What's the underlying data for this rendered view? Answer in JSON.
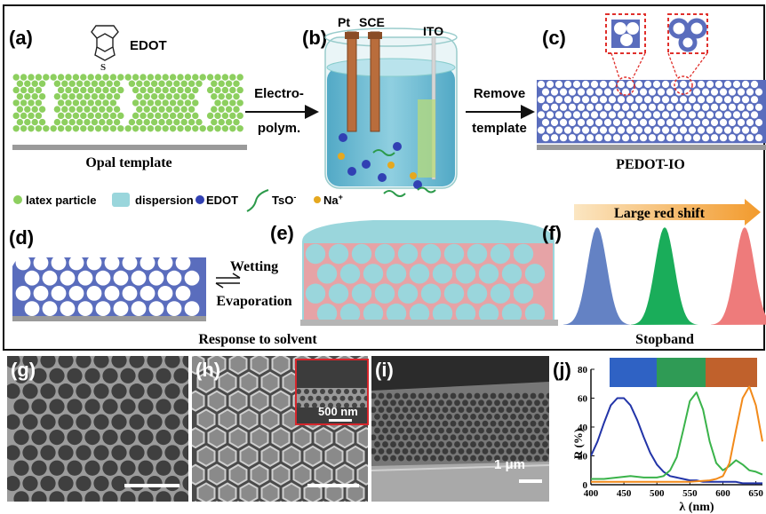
{
  "panels": {
    "a": {
      "label": "(a)",
      "molecule": "EDOT",
      "caption": "Opal template"
    },
    "b": {
      "label": "(b)",
      "electrodes": [
        "Pt",
        "SCE",
        "ITO"
      ]
    },
    "c": {
      "label": "(c)",
      "caption": "PEDOT-IO"
    },
    "d": {
      "label": "(d)"
    },
    "e": {
      "label": "(e)"
    },
    "f": {
      "label": "(f)",
      "arrow_text": "Large red shift",
      "caption": "Stopband"
    },
    "g": {
      "label": "(g)"
    },
    "h": {
      "label": "(h)",
      "inset_scale": "500 nm"
    },
    "i": {
      "label": "(i)",
      "scale": "1 μm"
    },
    "j": {
      "label": "(j)"
    }
  },
  "arrows": {
    "ab": {
      "line1": "Electro-",
      "line2": "polym."
    },
    "bc": {
      "line1": "Remove",
      "line2": "template"
    },
    "de": {
      "top": "Wetting",
      "bottom": "Evaporation"
    }
  },
  "legend": {
    "latex": "latex particle",
    "dispersion": "dispersion",
    "edot": "EDOT",
    "tso": "TsO",
    "tso_sup": "-",
    "na": "Na",
    "na_sup": "+"
  },
  "response_caption": "Response to solvent",
  "colors": {
    "latex": "#8dcf5f",
    "pedot": "#5a6dbd",
    "dispersion": "#9ad6dc",
    "pink": "#e6a3a6",
    "substrate": "#9a9a9a",
    "blue_peak": "#6482c4",
    "green_peak": "#1aad5a",
    "red_peak": "#ee7b7b"
  },
  "chart_data": {
    "type": "line",
    "xlabel": "λ (nm)",
    "ylabel": "R (%)",
    "xlim": [
      400,
      660
    ],
    "ylim": [
      0,
      80
    ],
    "x_ticks": [
      400,
      450,
      500,
      550,
      600,
      650
    ],
    "y_ticks": [
      0,
      20,
      40,
      60,
      80
    ],
    "series": [
      {
        "color": "#2234a8",
        "x": [
          400,
          410,
          420,
          430,
          440,
          450,
          460,
          470,
          480,
          490,
          500,
          510,
          520,
          530,
          540,
          550,
          560,
          570,
          580,
          590,
          600,
          610,
          620,
          630,
          640,
          650,
          660
        ],
        "y": [
          20,
          30,
          43,
          55,
          60,
          60,
          55,
          45,
          33,
          22,
          14,
          9,
          6,
          5,
          4,
          3,
          3,
          2,
          2,
          2,
          2,
          2,
          2,
          1,
          1,
          1,
          1
        ]
      },
      {
        "color": "#3ab34a",
        "x": [
          400,
          420,
          440,
          460,
          480,
          500,
          510,
          520,
          530,
          540,
          550,
          560,
          570,
          580,
          590,
          600,
          610,
          620,
          630,
          640,
          650,
          660
        ],
        "y": [
          4,
          4,
          5,
          6,
          5,
          5,
          6,
          10,
          19,
          38,
          58,
          64,
          52,
          30,
          15,
          10,
          13,
          17,
          14,
          10,
          9,
          7
        ]
      },
      {
        "color": "#f28a1a",
        "x": [
          400,
          450,
          500,
          550,
          580,
          590,
          600,
          610,
          620,
          630,
          640,
          650,
          660
        ],
        "y": [
          2,
          2,
          2,
          2,
          3,
          4,
          6,
          15,
          38,
          60,
          68,
          55,
          30
        ]
      }
    ]
  }
}
